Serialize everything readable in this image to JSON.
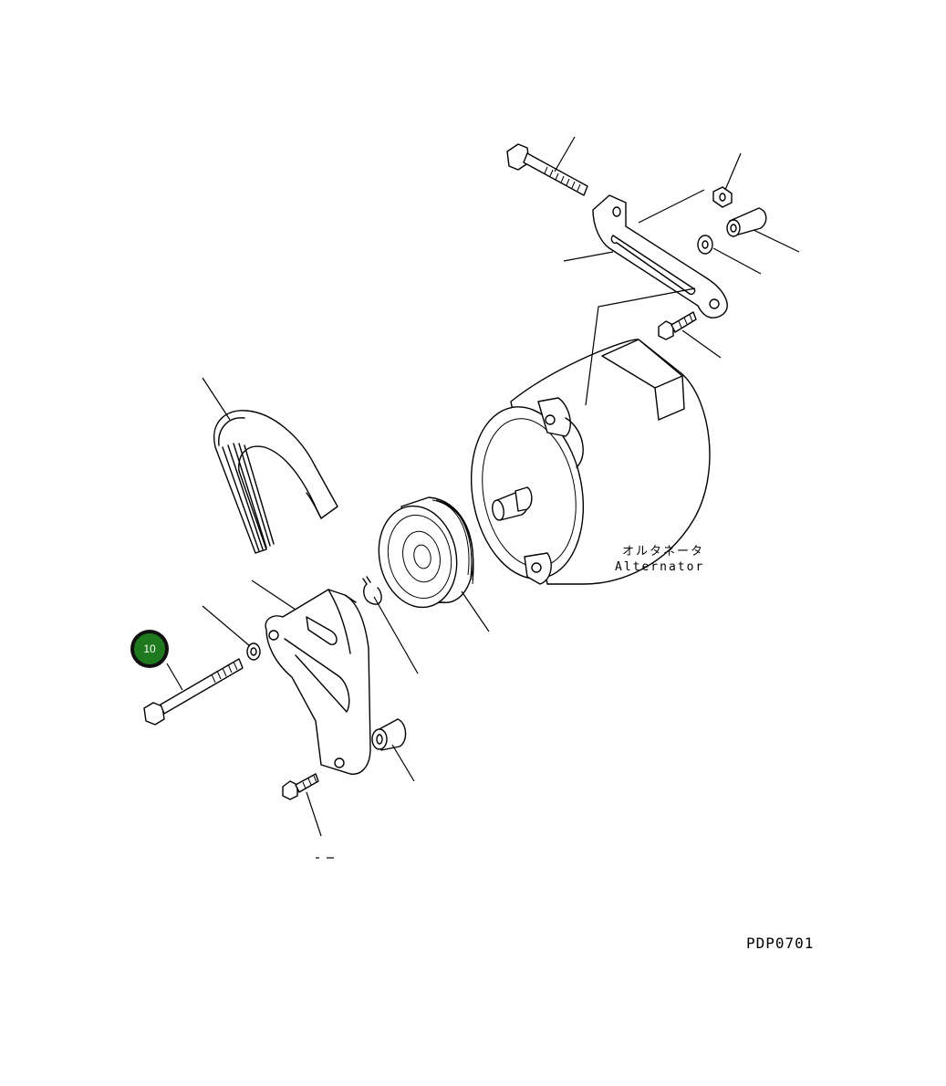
{
  "labels": {
    "alternator_jp": "オルタネータ",
    "alternator_en": "Alternator",
    "drawing_code": "PDP0701"
  },
  "callouts": [
    {
      "number": "10",
      "part": "bolt"
    }
  ],
  "colors": {
    "callout_fill": "#1f7a1f",
    "callout_ring": "#111111",
    "line": "#000000",
    "background": "#ffffff"
  }
}
